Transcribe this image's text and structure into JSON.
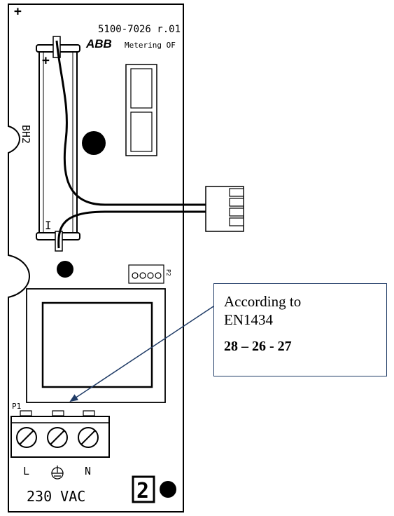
{
  "board": {
    "part_number": "5100-7026 r.01",
    "logo": "ABB",
    "brand_suffix": "Metering OF",
    "battery_label": "BH2",
    "connector_header": "P1",
    "terminal_labels": [
      "L",
      "N"
    ],
    "voltage": "230 VAC",
    "jumper_number": "2",
    "plus_sign": "+",
    "minus_sign": "I",
    "small_connector_label": "P2"
  },
  "callout": {
    "line1": "According to",
    "line2": "EN1434",
    "terminal_codes": "28 – 26 - 27",
    "border_color": "#1f3b66"
  },
  "colors": {
    "ink": "#000000",
    "arrow": "#1f3b66",
    "background": "#ffffff"
  }
}
